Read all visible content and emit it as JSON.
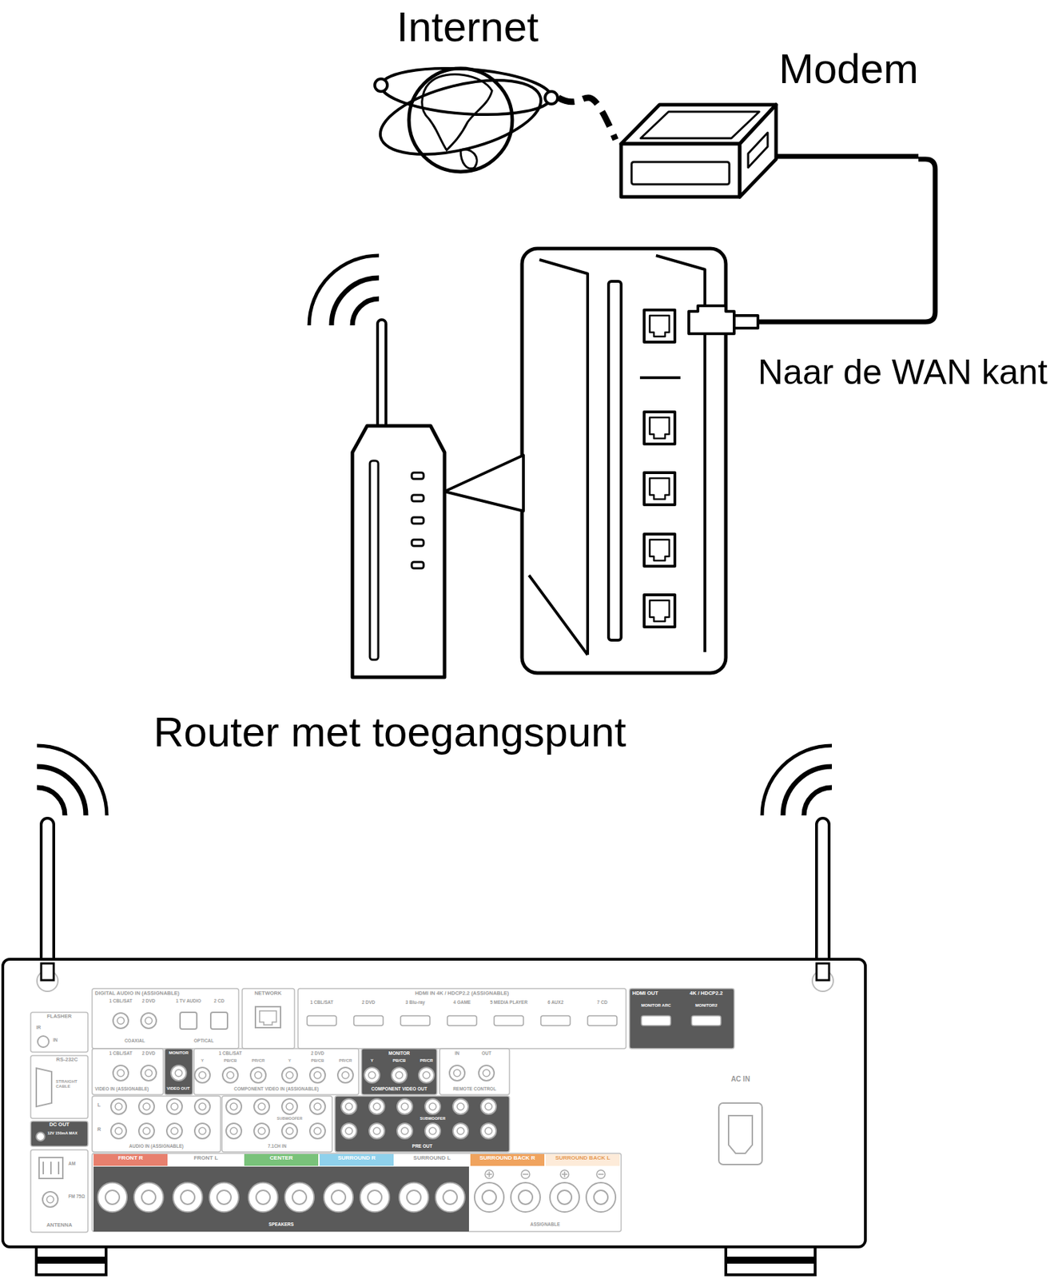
{
  "diagram": {
    "nodes": [
      {
        "text": [
          "Internet"
        ]
      },
      {
        "text": [
          "Modem"
        ]
      },
      {
        "text": [
          "Router met toegangspunt"
        ]
      }
    ],
    "edges": [
      {
        "from": 0,
        "to": 1,
        "arrow": "none"
      },
      {
        "from": 1,
        "to": 2,
        "arrow": "none"
      }
    ],
    "labels": [
      "Naar de WAN kant",
      "DIGITAL AUDIO IN (ASSIGNABLE)",
      "1 CBL/SAT",
      "2 DVD",
      "1 TV AUDIO",
      "2 CD",
      "COAXIAL",
      "OPTICAL",
      "NETWORK",
      "HDMI IN 4K / HDCP2.2 (ASSIGNABLE)",
      "1 CBL/SAT",
      "2 DVD",
      "3 Blu-ray",
      "4 GAME",
      "5 MEDIA PLAYER",
      "6 AUX2",
      "7 CD",
      "HDMI OUT",
      "4K / HDCP2.2",
      "MONITOR ARC",
      "MONITOR2",
      "FLASHER",
      "IR",
      "IN",
      "RS-232C",
      "STRAIGHT CABLE",
      "DC OUT",
      "12V 150mA MAX",
      "AM",
      "FM 75Ω",
      "ANTENNA",
      "1 CBL/SAT",
      "2 DVD",
      "MONITOR",
      "1 CBL/SAT",
      "2 DVD",
      "Y",
      "PB/CB",
      "PR/CR",
      "Y",
      "PB/CB",
      "PR/CR",
      "MONITOR",
      "Y",
      "PB/CB",
      "PR/CR",
      "IN",
      "OUT",
      "VIDEO IN (ASSIGNABLE)",
      "VIDEO OUT",
      "COMPONENT VIDEO IN (ASSIGNABLE)",
      "COMPONENT VIDEO OUT",
      "REMOTE CONTROL",
      "L",
      "R",
      "SUBWOOFER",
      "SUBWOOFER",
      "AUDIO IN (ASSIGNABLE)",
      "7.1CH IN",
      "PRE OUT",
      "AC IN",
      "FRONT R",
      "FRONT L",
      "CENTER",
      "SURROUND R",
      "SURROUND L",
      "SURROUND BACK R",
      "SURROUND BACK L",
      "SPEAKERS",
      "ASSIGNABLE"
    ]
  }
}
